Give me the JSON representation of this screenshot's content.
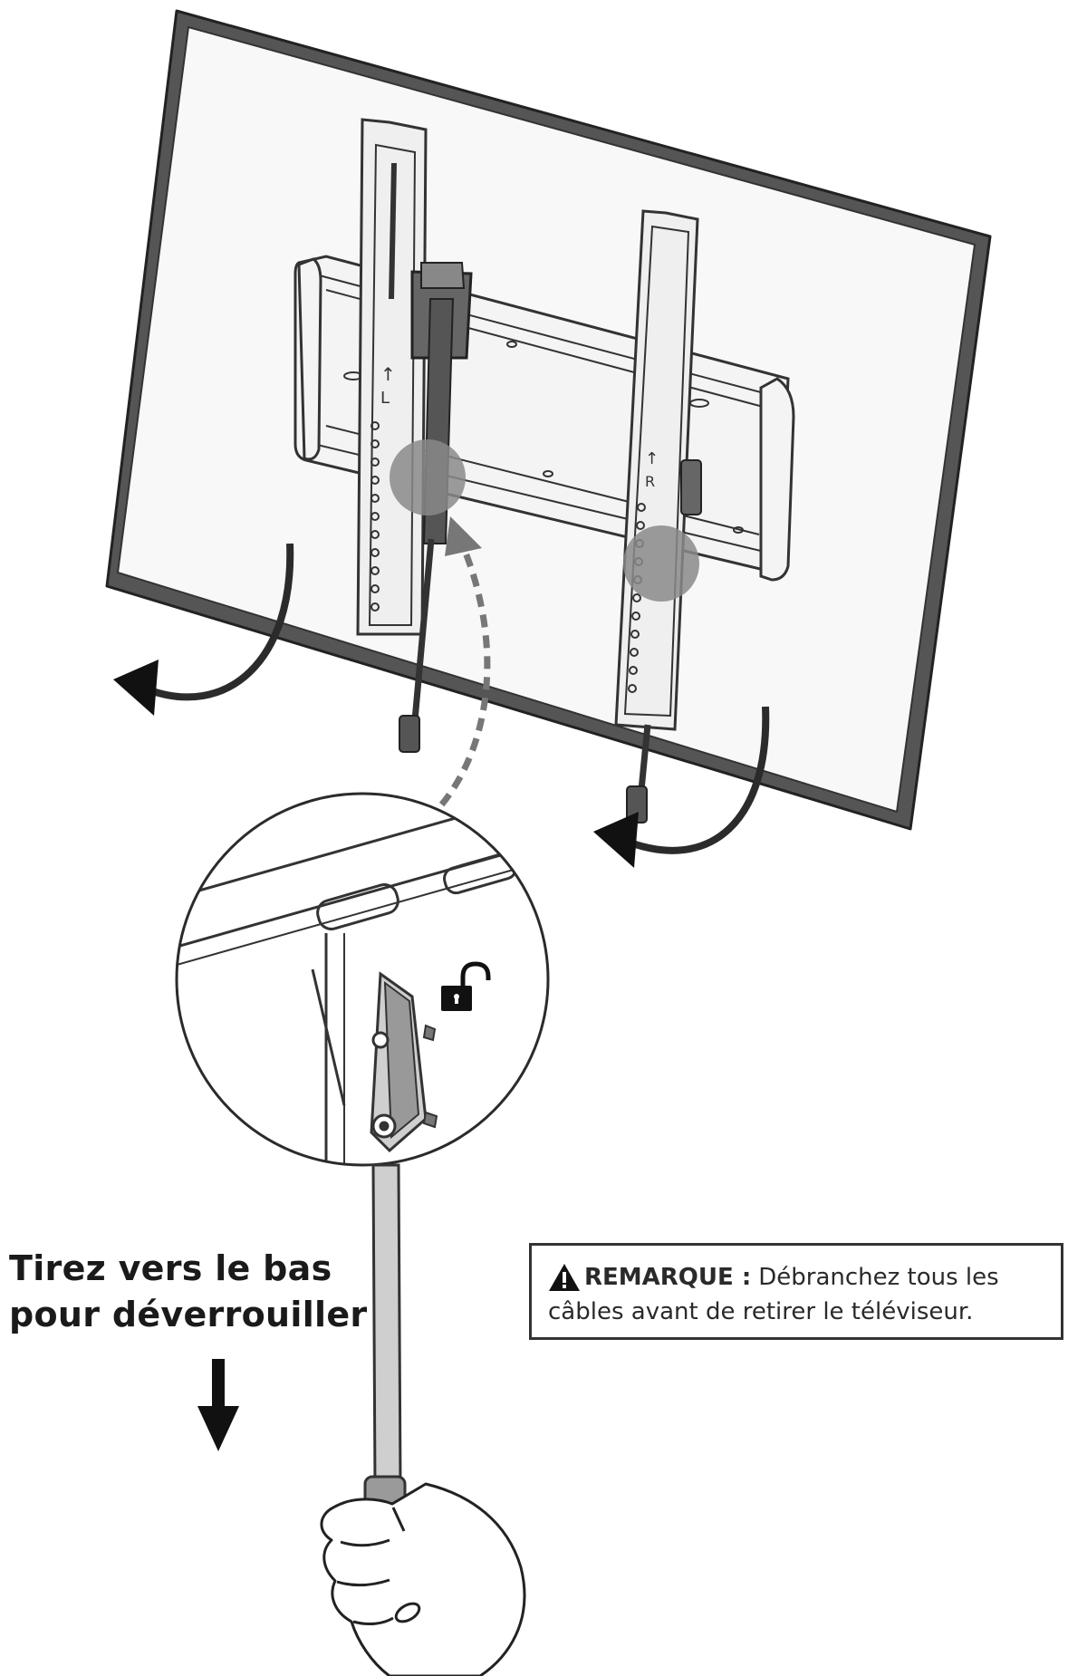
{
  "instruction": {
    "line1": "Tirez vers le bas",
    "line2": "pour déverrouiller"
  },
  "note": {
    "label": "REMARQUE :",
    "text_line1": "Débranchez tous les",
    "text_line2": "câbles avant de retirer le téléviseur."
  },
  "icons": [
    "warning-triangle-icon",
    "unlock-padlock-icon",
    "down-arrow-icon",
    "curved-arrow-icon"
  ],
  "colors": {
    "line": "#2b2b2b",
    "highlight_circle": "#8a8a8a",
    "screen": "#f7f7f7"
  }
}
